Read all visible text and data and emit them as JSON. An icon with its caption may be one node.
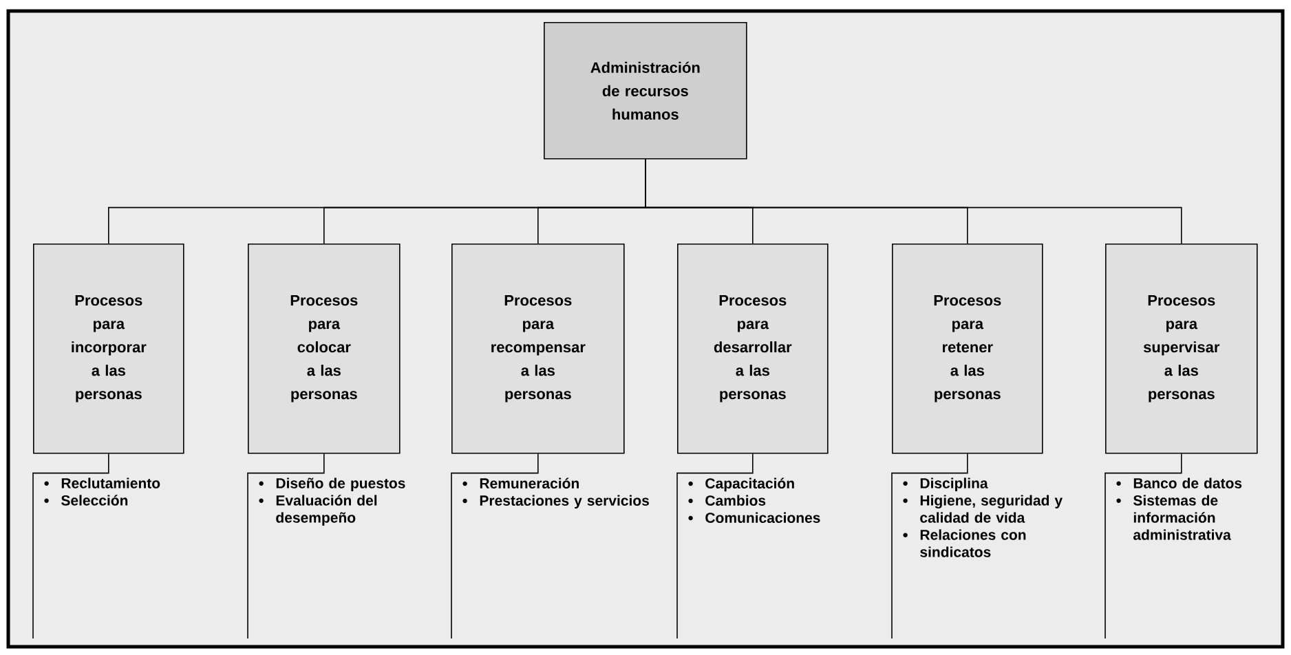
{
  "diagram": {
    "nodes": [
      {
        "text": [
          "Administración de recursos humanos"
        ]
      },
      {
        "text": [
          "Procesos para incorporar a las personas"
        ]
      },
      {
        "text": [
          "Procesos para colocar a las personas"
        ]
      },
      {
        "text": [
          "Procesos para recompensar a las personas"
        ]
      },
      {
        "text": [
          "Procesos para desarrollar a las personas"
        ]
      },
      {
        "text": [
          "Procesos para retener a las personas"
        ]
      },
      {
        "text": [
          "Procesos para supervisar a las personas"
        ]
      },
      {
        "text": [
          "Reclutamiento",
          "Selección"
        ]
      },
      {
        "text": [
          "Diseño de puestos",
          "Evaluación del desempeño"
        ]
      },
      {
        "text": [
          "Remuneración",
          "Prestaciones y servicios"
        ]
      },
      {
        "text": [
          "Capacitación",
          "Cambios",
          "Comunicaciones"
        ]
      },
      {
        "text": [
          "Disciplina",
          "Higiene, seguridad y calidad de vida",
          "Relaciones con sindicatos"
        ]
      },
      {
        "text": [
          "Banco de datos",
          "Sistemas de información administrativa"
        ]
      }
    ],
    "edges": [
      {
        "from": 0,
        "to": 1,
        "arrow": "none"
      },
      {
        "from": 0,
        "to": 2,
        "arrow": "none"
      },
      {
        "from": 0,
        "to": 3,
        "arrow": "none"
      },
      {
        "from": 0,
        "to": 4,
        "arrow": "none"
      },
      {
        "from": 0,
        "to": 5,
        "arrow": "none"
      },
      {
        "from": 0,
        "to": 6,
        "arrow": "none"
      },
      {
        "from": 1,
        "to": 7,
        "arrow": "none"
      },
      {
        "from": 2,
        "to": 8,
        "arrow": "none"
      },
      {
        "from": 3,
        "to": 9,
        "arrow": "none"
      },
      {
        "from": 4,
        "to": 10,
        "arrow": "none"
      },
      {
        "from": 5,
        "to": 11,
        "arrow": "none"
      },
      {
        "from": 6,
        "to": 12,
        "arrow": "none"
      }
    ]
  }
}
